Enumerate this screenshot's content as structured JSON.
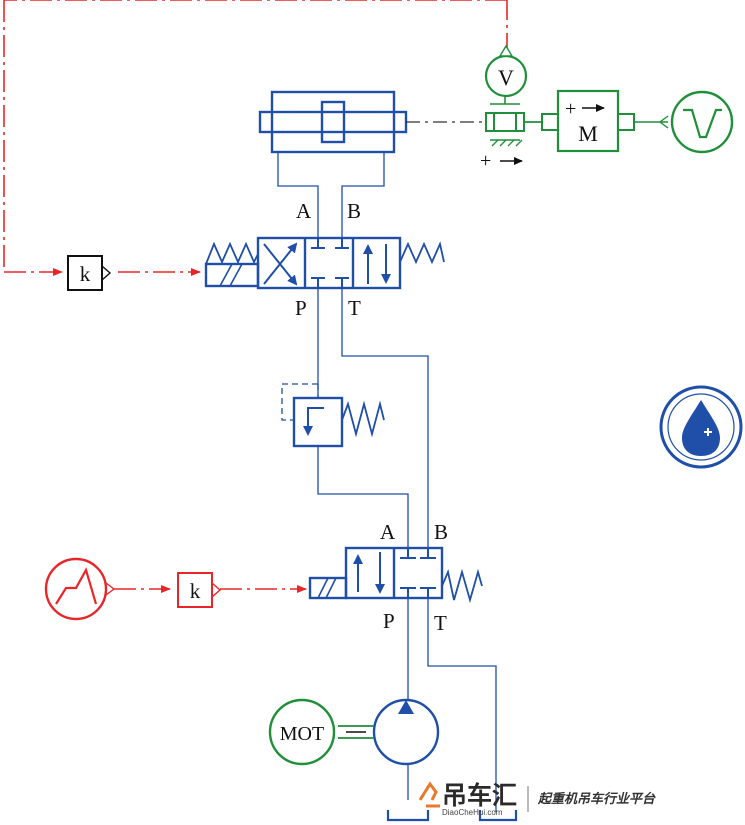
{
  "valve_upper": {
    "port_a": "A",
    "port_b": "B",
    "port_p": "P",
    "port_t": "T"
  },
  "valve_lower": {
    "port_a": "A",
    "port_b": "B",
    "port_p": "P",
    "port_t": "T"
  },
  "gain_upper": {
    "label": "k"
  },
  "gain_lower": {
    "label": "k"
  },
  "voltmeter": {
    "label": "V"
  },
  "motor_block": {
    "label": "M",
    "sign": "+"
  },
  "sensor": {
    "sign": "+"
  },
  "electric_motor": {
    "label": "MOT"
  },
  "watermark": {
    "brand": "吊车汇",
    "url": "DiaoCheHui.com",
    "slogan": "起重机吊车行业平台"
  },
  "colors": {
    "hydraulic": "#1f4fa8",
    "signal": "#e8262a",
    "mechanical": "#1f8f3a",
    "black": "#111111"
  }
}
